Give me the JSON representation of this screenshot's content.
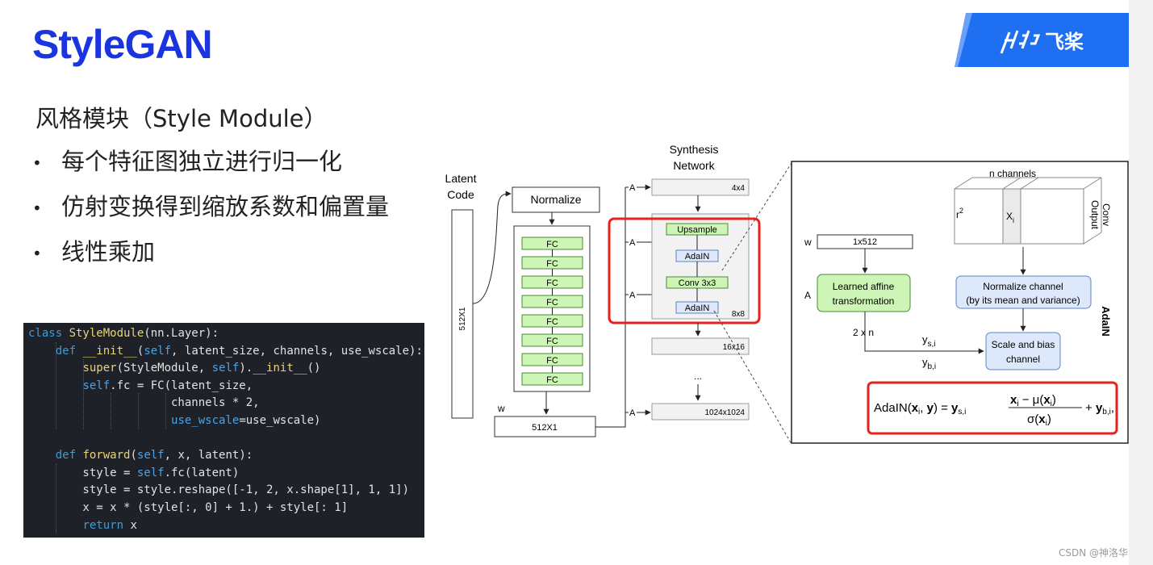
{
  "title": "StyleGAN",
  "brand": {
    "name": "飞桨"
  },
  "heading": "风格模块（Style Module）",
  "bullets": [
    "每个特征图独立进行归一化",
    "仿射变换得到缩放系数和偏置量",
    "线性乘加"
  ],
  "bullet_glyph": "•",
  "code": {
    "lines": [
      [
        {
          "c": "kw",
          "t": "class "
        },
        {
          "c": "fn",
          "t": "StyleModule"
        },
        {
          "c": "pl",
          "t": "(nn.Layer):"
        }
      ],
      [
        {
          "c": "pl",
          "t": "    "
        },
        {
          "c": "kw",
          "t": "def "
        },
        {
          "c": "fn",
          "t": "__init__"
        },
        {
          "c": "pl",
          "t": "("
        },
        {
          "c": "sf",
          "t": "self"
        },
        {
          "c": "pl",
          "t": ", latent_size, channels, use_wscale):"
        }
      ],
      [
        {
          "c": "pl",
          "t": "        "
        },
        {
          "c": "fn",
          "t": "super"
        },
        {
          "c": "pl",
          "t": "(StyleModule, "
        },
        {
          "c": "sf",
          "t": "self"
        },
        {
          "c": "pl",
          "t": ")."
        },
        {
          "c": "fn",
          "t": "__init__"
        },
        {
          "c": "pl",
          "t": "()"
        }
      ],
      [
        {
          "c": "pl",
          "t": "        "
        },
        {
          "c": "sf",
          "t": "self"
        },
        {
          "c": "pl",
          "t": ".fc = FC(latent_size,"
        }
      ],
      [
        {
          "c": "pl",
          "t": "                     channels * 2,"
        }
      ],
      [
        {
          "c": "pl",
          "t": "                     "
        },
        {
          "c": "sf",
          "t": "use_wscale"
        },
        {
          "c": "pl",
          "t": "=use_wscale)"
        }
      ],
      [
        {
          "c": "pl",
          "t": ""
        }
      ],
      [
        {
          "c": "pl",
          "t": "    "
        },
        {
          "c": "kw",
          "t": "def "
        },
        {
          "c": "fn",
          "t": "forward"
        },
        {
          "c": "pl",
          "t": "("
        },
        {
          "c": "sf",
          "t": "self"
        },
        {
          "c": "pl",
          "t": ", x, latent):"
        }
      ],
      [
        {
          "c": "pl",
          "t": "        style = "
        },
        {
          "c": "sf",
          "t": "self"
        },
        {
          "c": "pl",
          "t": ".fc(latent)"
        }
      ],
      [
        {
          "c": "pl",
          "t": "        style = style.reshape([-1, 2, x.shape[1], 1, 1])"
        }
      ],
      [
        {
          "c": "pl",
          "t": "        x = x * (style[:, 0] + 1.) + style[: 1]"
        }
      ],
      [
        {
          "c": "pl",
          "t": "        "
        },
        {
          "c": "kw",
          "t": "return "
        },
        {
          "c": "pl",
          "t": "x"
        }
      ]
    ]
  },
  "diagram": {
    "latent_label_1": "Latent",
    "latent_label_2": "Code",
    "latent_dim": "512X1",
    "normalize": "Normalize",
    "fc_label": "FC",
    "fc_count": 8,
    "w_label": "w",
    "w_dim": "512X1",
    "synth_label_1": "Synthesis",
    "synth_label_2": "Network",
    "a_label": "A",
    "res_4": "4x4",
    "res_8": "8x8",
    "res_16": "16x16",
    "res_1024": "1024x1024",
    "ellipsis": "...",
    "upsample": "Upsample",
    "adain": "AdaIN",
    "conv": "Conv 3x3",
    "detail": {
      "n_channels": "n channels",
      "conv_output_1": "Conv",
      "conv_output_2": "Output",
      "r2": "r",
      "r2_sup": "2",
      "xi": "X",
      "xi_sub": "i",
      "w_label": "w",
      "w_dim": "1x512",
      "a_label": "A",
      "affine_1": "Learned affine",
      "affine_2": "transformation",
      "norm_1": "Normalize channel",
      "norm_2": "(by its mean and variance)",
      "two_n": "2 x n",
      "ys": "y",
      "ys_sub": "s,i",
      "yb": "y",
      "yb_sub": "b,i",
      "scale_1": "Scale and bias",
      "scale_2": "channel",
      "adain_side": "AdaIN",
      "formula": "AdaIN(x_i, y) = y_{s,i} (x_i − μ(x_i)) / σ(x_i) + y_{b,i}"
    }
  },
  "watermark": "CSDN @神洛华",
  "colors": {
    "title": "#1a34e0",
    "highlight": "#e8221b",
    "fc_fill": "#cdf5b5",
    "blue_box": "#dde9fb"
  }
}
